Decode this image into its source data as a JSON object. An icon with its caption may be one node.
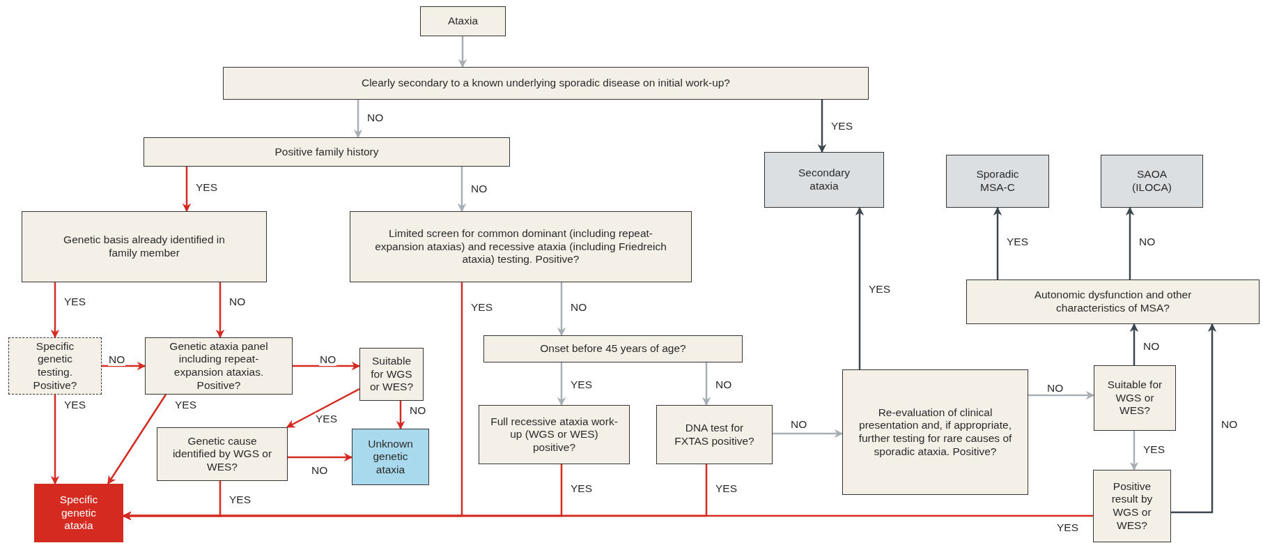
{
  "diagram": {
    "nodes": [
      {
        "text": [
          "Ataxia"
        ]
      },
      {
        "text": [
          "Clearly secondary to a known underlying sporadic disease on initial work-up?"
        ]
      },
      {
        "text": [
          "Positive family history"
        ]
      },
      {
        "text": [
          "Secondary ataxia"
        ]
      },
      {
        "text": [
          "Sporadic MSA-C"
        ]
      },
      {
        "text": [
          "SAOA (ILOCA)"
        ]
      },
      {
        "text": [
          "Genetic basis already identified in family member"
        ]
      },
      {
        "text": [
          "Limited screen for common dominant (including repeat-expansion ataxias) and recessive ataxia (including Friedreich ataxia) testing. Positive?"
        ]
      },
      {
        "text": [
          "Autonomic dysfunction and other characteristics of MSA?"
        ]
      },
      {
        "text": [
          "Specific genetic testing. Positive?"
        ]
      },
      {
        "text": [
          "Genetic ataxia panel including repeat-expansion ataxias. Positive?"
        ]
      },
      {
        "text": [
          "Suitable for WGS or WES?"
        ]
      },
      {
        "text": [
          "Onset before 45 years of age?"
        ]
      },
      {
        "text": [
          "Re-evaluation of clinical presentation and, if appropriate, further testing for rare causes of sporadic ataxia. Positive?"
        ]
      },
      {
        "text": [
          "Suitable for WGS or WES?"
        ]
      },
      {
        "text": [
          "Genetic cause identified by WGS or WES?"
        ]
      },
      {
        "text": [
          "Unknown genetic ataxia"
        ]
      },
      {
        "text": [
          "Full recessive ataxia work-up (WGS or WES) positive?"
        ]
      },
      {
        "text": [
          "DNA test for FXTAS positive?"
        ]
      },
      {
        "text": [
          "Positive result by WGS or WES?"
        ]
      },
      {
        "text": [
          "Specific genetic ataxia"
        ]
      }
    ],
    "edges": [
      {
        "from": 0,
        "to": 1,
        "arrow": "to",
        "color": "#a7afb5"
      },
      {
        "from": 1,
        "to": 2,
        "arrow": "to",
        "label": "NO",
        "color": "#a7afb5"
      },
      {
        "from": 1,
        "to": 3,
        "arrow": "to",
        "label": "YES",
        "color": "#3b464d"
      },
      {
        "from": 2,
        "to": 6,
        "arrow": "to",
        "label": "YES"
      },
      {
        "from": 2,
        "to": 7,
        "arrow": "to",
        "label": "NO",
        "color": "#a7afb5"
      },
      {
        "from": 6,
        "to": 9,
        "arrow": "to",
        "label": "YES"
      },
      {
        "from": 6,
        "to": 10,
        "arrow": "to",
        "label": "NO"
      },
      {
        "from": 9,
        "to": 10,
        "arrow": "to",
        "label": "NO"
      },
      {
        "from": 9,
        "to": 20,
        "arrow": "to",
        "label": "YES"
      },
      {
        "from": 10,
        "to": 11,
        "arrow": "to",
        "label": "NO"
      },
      {
        "from": 10,
        "to": 20,
        "arrow": "to",
        "label": "YES"
      },
      {
        "from": 11,
        "to": 15,
        "arrow": "to",
        "label": "YES"
      },
      {
        "from": 11,
        "to": 16,
        "arrow": "to",
        "label": "NO"
      },
      {
        "from": 15,
        "to": 16,
        "arrow": "to",
        "label": "NO"
      },
      {
        "from": 15,
        "to": 20,
        "arrow": "to",
        "label": "YES"
      },
      {
        "from": 7,
        "to": 20,
        "arrow": "to",
        "label": "YES"
      },
      {
        "from": 7,
        "to": 12,
        "arrow": "to",
        "label": "NO",
        "color": "#a7afb5"
      },
      {
        "from": 12,
        "to": 17,
        "arrow": "to",
        "label": "YES",
        "color": "#a7afb5"
      },
      {
        "from": 12,
        "to": 18,
        "arrow": "to",
        "label": "NO",
        "color": "#a7afb5"
      },
      {
        "from": 17,
        "to": 20,
        "arrow": "to",
        "label": "YES"
      },
      {
        "from": 18,
        "to": 20,
        "arrow": "to",
        "label": "YES"
      },
      {
        "from": 18,
        "to": 13,
        "arrow": "to",
        "label": "NO",
        "color": "#a7afb5"
      },
      {
        "from": 13,
        "to": 3,
        "arrow": "to",
        "label": "YES",
        "color": "#3b464d"
      },
      {
        "from": 13,
        "to": 14,
        "arrow": "to",
        "label": "NO",
        "color": "#a7afb5"
      },
      {
        "from": 14,
        "to": 8,
        "arrow": "to",
        "label": "NO",
        "color": "#3b464d"
      },
      {
        "from": 14,
        "to": 19,
        "arrow": "to",
        "label": "YES",
        "color": "#a7afb5"
      },
      {
        "from": 19,
        "to": 8,
        "arrow": "to",
        "label": "NO",
        "color": "#3b464d"
      },
      {
        "from": 19,
        "to": 20,
        "arrow": "to",
        "label": "YES"
      },
      {
        "from": 8,
        "to": 4,
        "arrow": "to",
        "label": "YES",
        "color": "#3b464d"
      },
      {
        "from": 8,
        "to": 5,
        "arrow": "to",
        "label": "NO",
        "color": "#3b464d"
      }
    ]
  }
}
